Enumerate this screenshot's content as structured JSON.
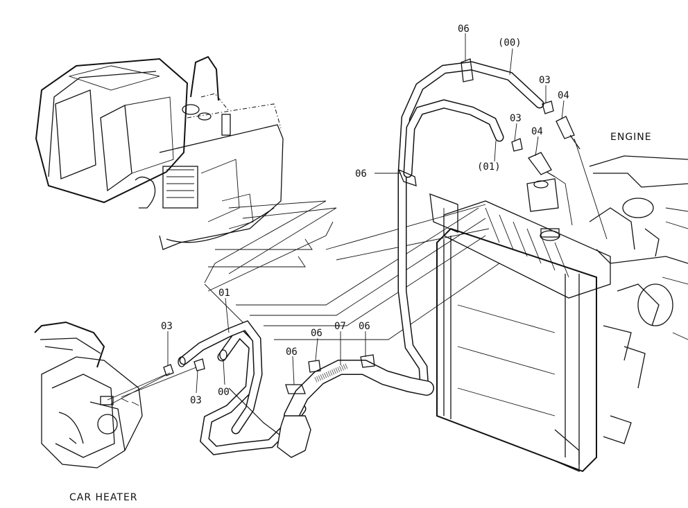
{
  "captions": {
    "engine": "ENGINE",
    "car_heater": "CAR  HEATER"
  },
  "labels": {
    "l06_top": "06",
    "l00_paren": "(00)",
    "l03_ua": "03",
    "l04_ua": "04",
    "l03_ub": "03",
    "l04_ub": "04",
    "l01_paren": "(01)",
    "l06_mid": "06",
    "l01": "01",
    "l03_la": "03",
    "l06_lm": "06",
    "l07": "07",
    "l06_lr": "06",
    "l06_ll": "06",
    "l00": "00",
    "l03_lb": "03"
  }
}
